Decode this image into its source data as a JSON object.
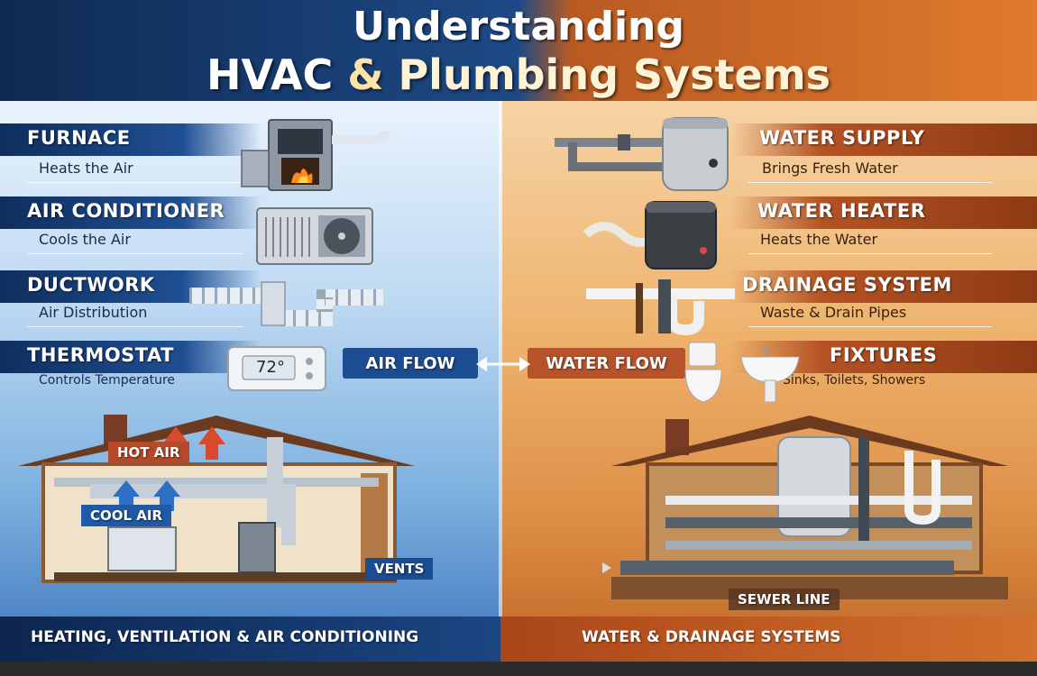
{
  "header": {
    "line1": "Understanding",
    "line2_a": "HVAC",
    "line2_amp": " & ",
    "line2_b": "Plumbing Systems"
  },
  "hvac": {
    "components": [
      {
        "title": "FURNACE",
        "desc": "Heats the Air"
      },
      {
        "title": "AIR CONDITIONER",
        "desc": "Cools the Air"
      },
      {
        "title": "DUCTWORK",
        "desc": "Air Distribution"
      },
      {
        "title": "THERMOSTAT",
        "desc": "Controls Temperature"
      }
    ],
    "thermostat_reading": "72°",
    "flow_label": "AIR FLOW",
    "house_labels": {
      "hot": "HOT AIR",
      "cool": "COOL AIR",
      "vents": "VENTS"
    },
    "footer": "HEATING, VENTILATION & AIR CONDITIONING"
  },
  "plumbing": {
    "components": [
      {
        "title": "WATER SUPPLY",
        "desc": "Brings Fresh Water"
      },
      {
        "title": "WATER HEATER",
        "desc": "Heats the Water"
      },
      {
        "title": "DRAINAGE SYSTEM",
        "desc": "Waste & Drain Pipes"
      },
      {
        "title": "FIXTURES",
        "desc": "Sinks, Toilets, Showers"
      }
    ],
    "flow_label": "WATER FLOW",
    "house_labels": {
      "sewer": "SEWER LINE"
    },
    "footer": "WATER & DRAINAGE SYSTEMS"
  },
  "colors": {
    "hvac_blue": "#1f4f93",
    "plumbing_orange": "#b45224",
    "hot_red": "#d94a2c",
    "cool_blue": "#2d6fc4"
  },
  "icons": [
    "furnace-icon",
    "air-conditioner-icon",
    "ductwork-icon",
    "thermostat-icon",
    "water-supply-icon",
    "water-heater-icon",
    "drain-pipe-icon",
    "sink-toilet-icon",
    "double-arrow-icon",
    "hvac-house-icon",
    "plumbing-house-icon"
  ]
}
